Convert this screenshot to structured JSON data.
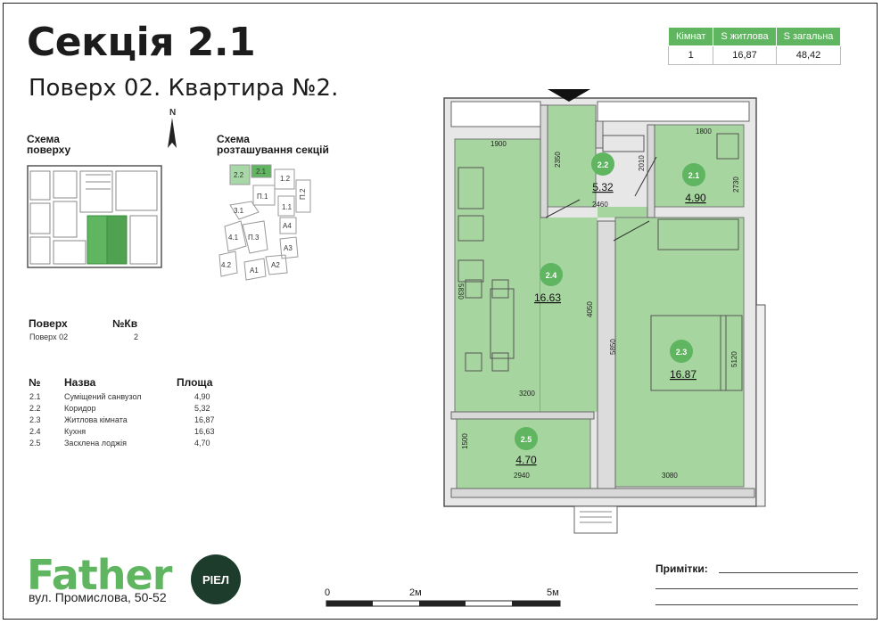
{
  "header": {
    "title": "Секція 2.1",
    "subtitle": "Поверх 02. Квартира №2."
  },
  "summary_table": {
    "headers": [
      "Кімнат",
      "S житлова",
      "S загальна"
    ],
    "values": [
      "1",
      "16,87",
      "48,42"
    ]
  },
  "floor_scheme": {
    "label_line1": "Схема",
    "label_line2": "поверху",
    "north": "N"
  },
  "section_scheme": {
    "label_line1": "Схема",
    "label_line2": "розташування секцій",
    "sections": [
      "2.2",
      "2.1",
      "1.2",
      "П.1",
      "П.2",
      "1.1",
      "3.1",
      "4.1",
      "П.3",
      "A4",
      "A3",
      "4.2",
      "A1",
      "A2"
    ]
  },
  "apartment_info": {
    "floor_label": "Поверх",
    "apt_label": "№Кв",
    "floor_value": "Поверх 02",
    "apt_value": "2"
  },
  "rooms_table": {
    "headers": [
      "№",
      "Назва",
      "Площа"
    ],
    "rows": [
      {
        "num": "2.1",
        "name": "Суміщений санвузол",
        "area": "4,90"
      },
      {
        "num": "2.2",
        "name": "Коридор",
        "area": "5,32"
      },
      {
        "num": "2.3",
        "name": "Житлова кімната",
        "area": "16,87"
      },
      {
        "num": "2.4",
        "name": "Кухня",
        "area": "16,63"
      },
      {
        "num": "2.5",
        "name": "Засклена лоджія",
        "area": "4,70"
      }
    ]
  },
  "plan": {
    "rooms": [
      {
        "id": "2.2",
        "area": "5.32"
      },
      {
        "id": "2.1",
        "area": "4.90"
      },
      {
        "id": "2.4",
        "area": "16.63"
      },
      {
        "id": "2.3",
        "area": "16.87"
      },
      {
        "id": "2.5",
        "area": "4.70"
      }
    ],
    "dims": [
      "1900",
      "2350",
      "2010",
      "1800",
      "2730",
      "2460",
      "5830",
      "4050",
      "5850",
      "5120",
      "3200",
      "1500",
      "2940",
      "3080"
    ]
  },
  "notes": {
    "label": "Примітки:"
  },
  "brand": {
    "name": "Father",
    "badge": "РІЕЛ",
    "address": "вул. Промислова, 50-52",
    "accent": "#5fb560",
    "dark": "#1d3c2c"
  },
  "scale": {
    "labels": [
      "0",
      "2м",
      "5м"
    ]
  }
}
